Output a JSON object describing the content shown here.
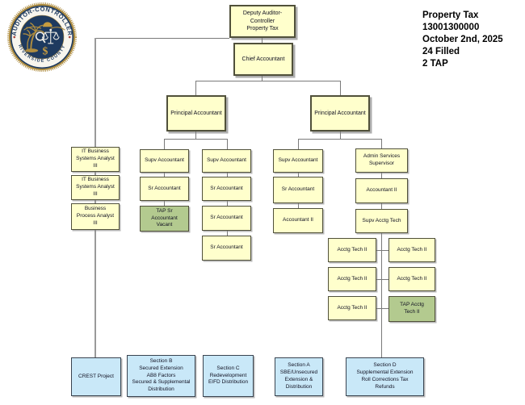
{
  "header": {
    "logo": {
      "arc_top": "AUDITOR-CONTROLLER",
      "arc_bottom": "RIVERSIDE COUNTY",
      "dollar": "$"
    },
    "info_lines": [
      "Property Tax",
      "13001300000",
      "October 2nd, 2025",
      "24 Filled",
      "2 TAP"
    ]
  },
  "colors": {
    "box_yellow": "#FFFFCC",
    "box_green": "#B3CA8F",
    "box_blue": "#C9E8F8",
    "seal_navy": "#1E3A5F",
    "seal_gold": "#B08C3F",
    "connector_gray": "#7a7a7a"
  },
  "nodes": {
    "deputy": "Deputy Auditor-\nController\nProperty Tax",
    "chief": "Chief Accountant",
    "principal_left": "Principal Accountant",
    "principal_right": "Principal Accountant",
    "it_analyst_1": "IT Business\nSystems Analyst\nIII",
    "it_analyst_2": "IT Business\nSystems Analyst\nIII",
    "business_process_analyst": "Business\nProcess Analyst\nIII",
    "col2_supv": "Supv Accountant",
    "col2_sr": "Sr Accountant",
    "col2_tap_vacant": "TAP Sr\nAccountant\nVacant",
    "col3_supv": "Supv Accountant",
    "col3_sr1": "Sr Accountant",
    "col3_sr2": "Sr Accountant",
    "col3_sr3": "Sr Accountant",
    "col4_supv": "Supv Accountant",
    "col4_sr": "Sr Accountant",
    "col4_accountant2": "Accountant II",
    "col5_admin_supv": "Admin Services\nSupervisor",
    "col5_accountant2": "Accountant II",
    "col5_supv_acctg_tech": "Supv Acctg Tech",
    "acctg_tech_l1": "Acctg Tech II",
    "acctg_tech_l2": "Acctg Tech II",
    "acctg_tech_l3": "Acctg Tech II",
    "acctg_tech_r1": "Acctg Tech II",
    "acctg_tech_r2": "Acctg Tech II",
    "acctg_tech_tap": "TAP Acctg\nTech II",
    "crest_project": "CREST Project",
    "section_b": "Section B\nSecured Extension\nAB8 Factors\nSecured & Supplemental\nDistribution",
    "section_c": "Section C\nRedevelopment\nEIFD Distribution",
    "section_a": "Section A\nSBE/Unsecured\nExtension &\nDistribution",
    "section_d": "Section D\nSupplemental Extension\nRoll Corrections Tax\nRefunds"
  }
}
